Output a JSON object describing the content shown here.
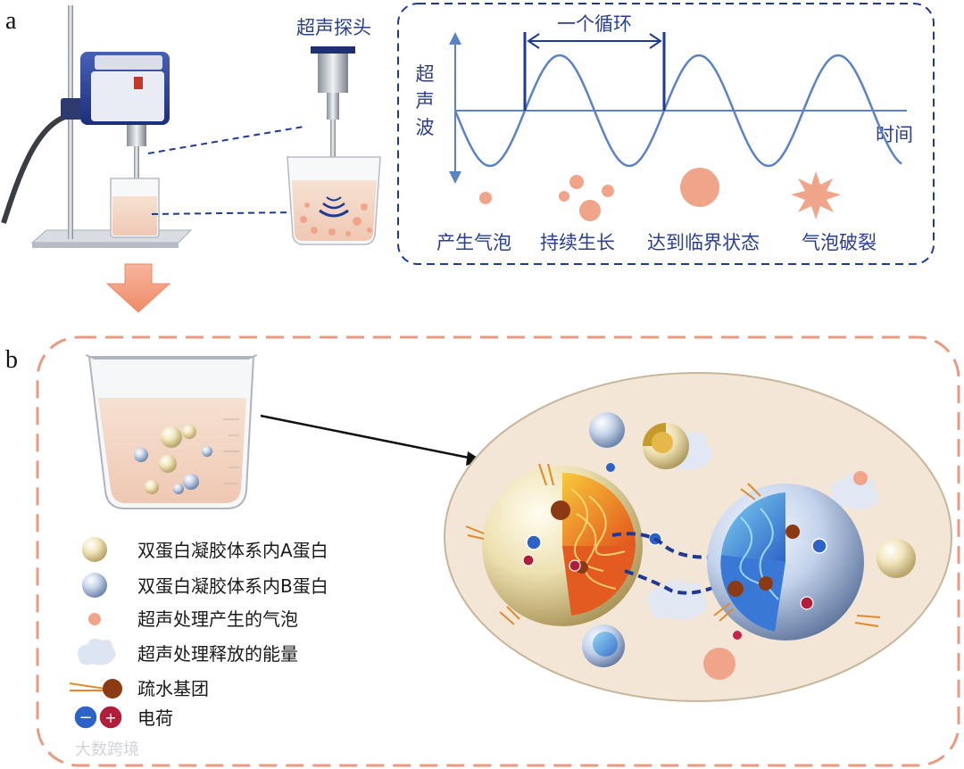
{
  "panel_a": {
    "label": "a",
    "probe_label": "超声探头",
    "cycle_label": "一个循环",
    "y_axis_label": [
      "超",
      "声",
      "波"
    ],
    "x_axis_label": "时间",
    "stages": [
      "产生气泡",
      "持续生长",
      "达到临界状态",
      "气泡破裂"
    ]
  },
  "panel_b": {
    "label": "b",
    "legend": [
      {
        "icon": "protein-a-sphere-icon",
        "text": "双蛋白凝胶体系内A蛋白"
      },
      {
        "icon": "protein-b-sphere-icon",
        "text": "双蛋白凝胶体系内B蛋白"
      },
      {
        "icon": "bubble-icon",
        "text": "超声处理产生的气泡"
      },
      {
        "icon": "energy-cloud-icon",
        "text": "超声处理释放的能量"
      },
      {
        "icon": "hydrophobic-group-icon",
        "text": "疏水基团"
      },
      {
        "icon": "charge-icon",
        "text": "电荷"
      }
    ],
    "charge_symbols": [
      "−",
      "+"
    ]
  },
  "watermark": "大数跨境",
  "colors": {
    "navy": "#1f3a93",
    "wave": "#5b83c4",
    "salmon": "#f0a58a",
    "dash_border": "#e99a80",
    "ellipse_fill": "#f3e6d6"
  }
}
